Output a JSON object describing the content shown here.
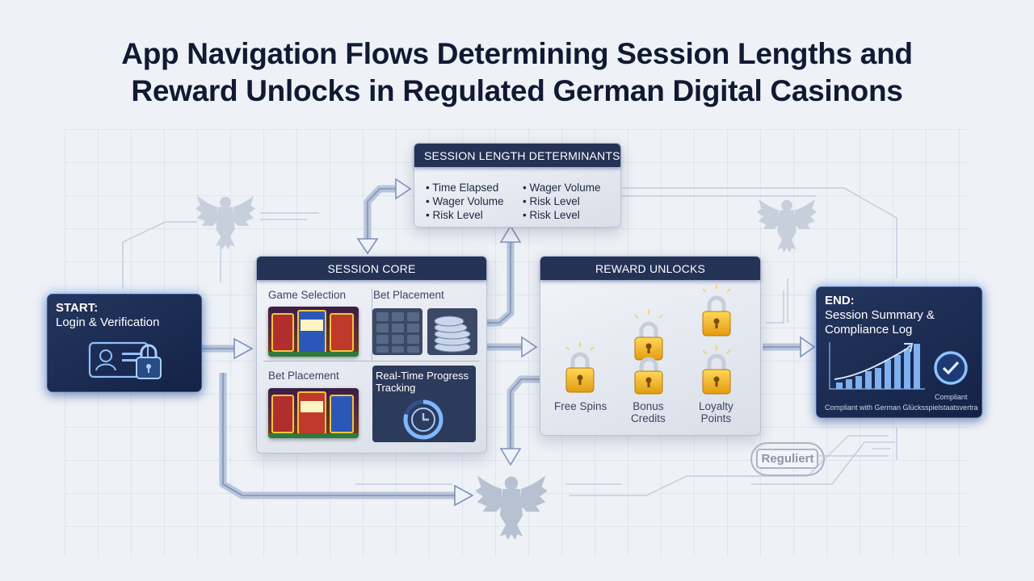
{
  "title_line1": "App Navigation Flows Determining Session Lengths and",
  "title_line2": "Reward Unlocks in Regulated German Digital Casinons",
  "start": {
    "label1": "START:",
    "label2": "Login & Verification"
  },
  "determinants": {
    "header": "SESSION LENGTH DETERMINANTS",
    "col1": [
      "Time Elapsed",
      "Wager Volume",
      "Risk Level"
    ],
    "col2": [
      "Wager Volume",
      "Risk Level",
      "Risk Level"
    ]
  },
  "session_core": {
    "header": "SESSION CORE",
    "game_selection": "Game Selection",
    "bet_placement_top": "Bet Placement",
    "bet_placement_bottom": "Bet Placement",
    "progress_line1": "Real-Time Progress",
    "progress_line2": "Tracking"
  },
  "rewards": {
    "header": "REWARD UNLOCKS",
    "free_spins": "Free Spins",
    "bonus_line1": "Bonus",
    "bonus_line2": "Credits",
    "loyalty_line1": "Loyalty",
    "loyalty_line2": "Points"
  },
  "end": {
    "label1": "END:",
    "label2": "Session Summary &",
    "label3": "Compliance Log",
    "compliant_label": "Compliant",
    "footer": "Compliant with German Glücksspielstaatsvertrag"
  },
  "regulated_badge": "Reguliert",
  "colors": {
    "navy": "#233255",
    "accent_blue": "#6fa8ff",
    "lock_gold": "#f2b41f",
    "flow_arrow": "#a9b9d4"
  }
}
